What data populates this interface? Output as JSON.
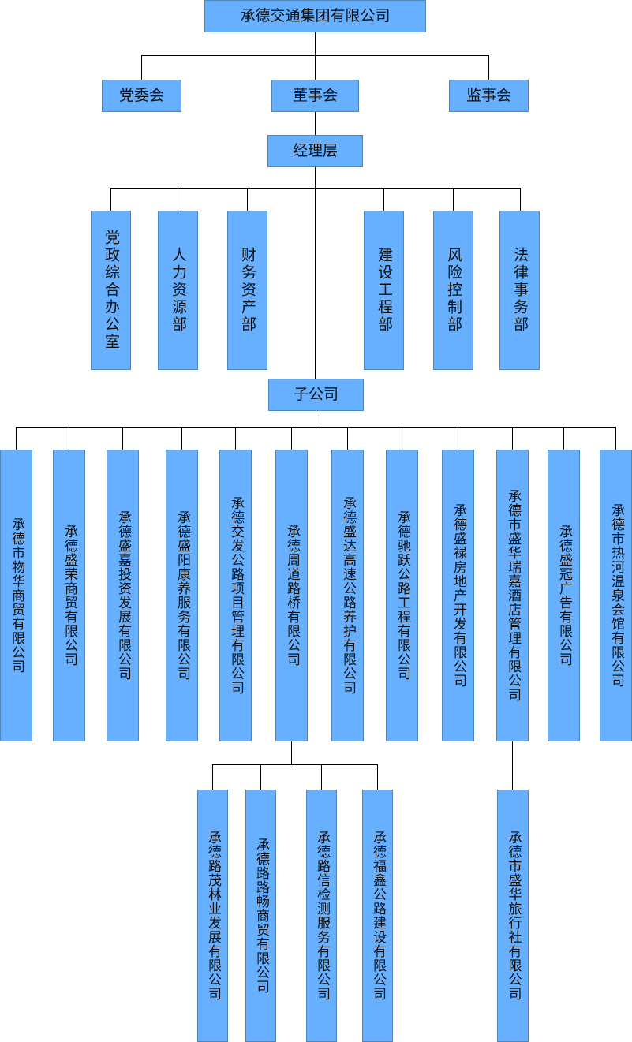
{
  "root": "承德交通集团有限公司",
  "branches": [
    "党委会",
    "董事会",
    "监事会"
  ],
  "management": "经理层",
  "departments": [
    "党政综合办公室",
    "人力资源部",
    "财务资产部",
    "建设工程部",
    "风险控制部",
    "法律事务部"
  ],
  "subsidiary_header": "子公司",
  "subsidiaries": [
    "承德市物华商贸有限公司",
    "承德盛荣商贸有限公司",
    "承德盛嘉投资发展有限公司",
    "承德盛阳康养服务有限公司",
    "承德交发公路项目管理有限公司",
    "承德周道路桥有限公司",
    "承德盛达高速公路养护有限公司",
    "承德驰跃公路工程有限公司",
    "承德盛禄房地产开发有限公司",
    "承德市盛华瑞嘉酒店管理有限公司",
    "承德盛冠广告有限公司",
    "承德市热河温泉会馆有限公司"
  ],
  "sub_subsidiaries_zhoudao": [
    "承德路茂林业发展有限公司",
    "承德路路畅商贸有限公司",
    "承德路信检测服务有限公司",
    "承德福鑫公路建设有限公司"
  ],
  "sub_subsidiary_shenghua": "承德市盛华旅行社有限公司",
  "colors": {
    "box_fill": "#66b0ff",
    "box_border": "#4f87b8",
    "line": "#000000"
  }
}
